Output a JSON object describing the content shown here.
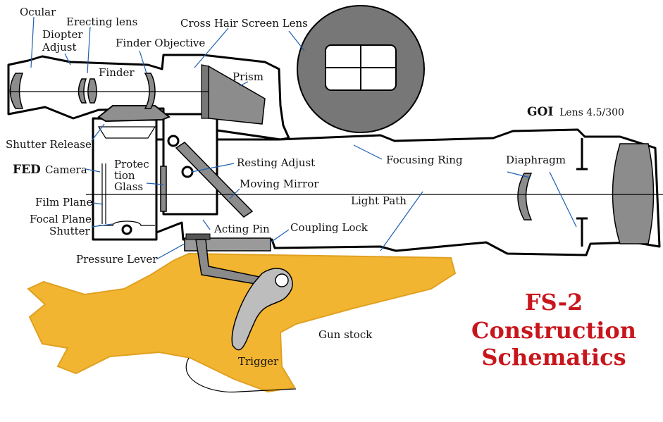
{
  "labels": {
    "ocular": "Ocular",
    "erecting_lens": "Erecting lens",
    "diopter_adjust_1": "Diopter",
    "diopter_adjust_2": "Adjust",
    "cross_hair_screen_lens": "Cross Hair Screen Lens",
    "finder_objective": "Finder Objective",
    "finder": "Finder",
    "prism": "Prism",
    "goi_brand": "GOI",
    "goi_lens_spec": "Lens 4.5/300",
    "shutter_release": "Shutter Release",
    "fed_brand": "FED",
    "camera": "Camera",
    "protection_glass_1": "Protec",
    "protection_glass_2": "tion",
    "protection_glass_3": "Glass",
    "resting_adjust": "Resting Adjust",
    "focusing_ring": "Focusing Ring",
    "diaphragm": "Diaphragm",
    "moving_mirror": "Moving Mirror",
    "film_plane": "Film Plane",
    "light_path": "Light Path",
    "focal_plane_shutter_1": "Focal Plane",
    "focal_plane_shutter_2": "Shutter",
    "acting_pin": "Acting Pin",
    "coupling_lock": "Coupling Lock",
    "pressure_lever": "Pressure Lever",
    "gun_stock": "Gun stock",
    "trigger": "Trigger"
  },
  "title": {
    "line1": "FS-2",
    "line2": "Construction",
    "line3": "Schematics"
  },
  "colors": {
    "title": "#c8161d",
    "stock": "#f2b531",
    "leader": "#1f5fb0",
    "glass": "#8c8c8c"
  }
}
